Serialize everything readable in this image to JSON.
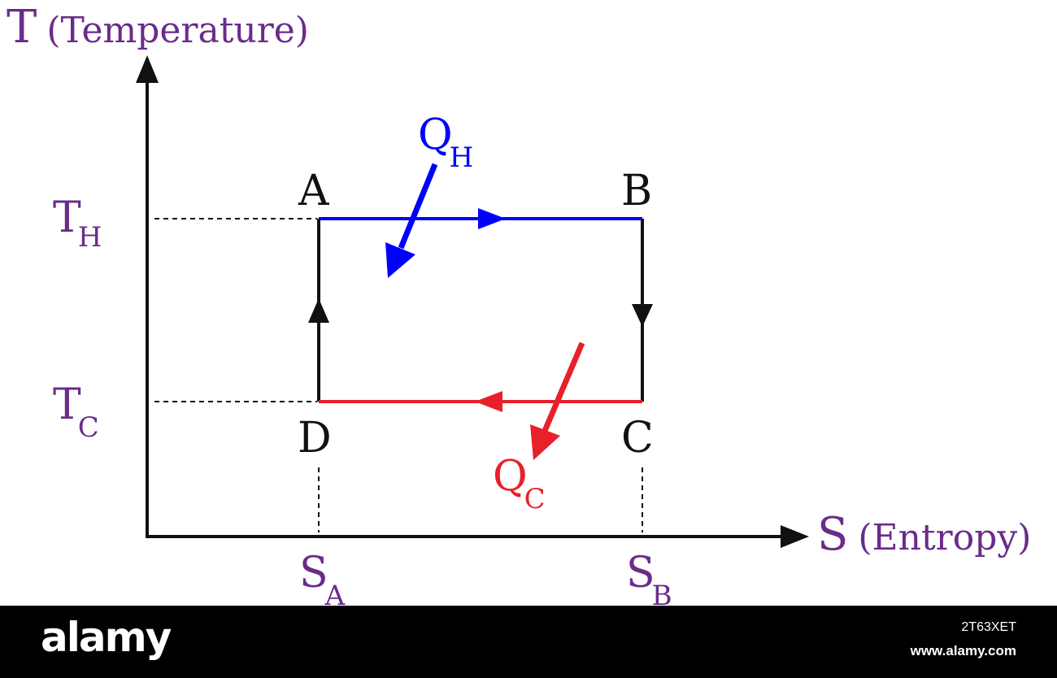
{
  "axes": {
    "y_symbol": "T",
    "y_word": "(Temperature)",
    "x_symbol": "S",
    "x_word": "(Entropy)"
  },
  "levels": {
    "t_hot_main": "T",
    "t_hot_sub": "H",
    "t_cold_main": "T",
    "t_cold_sub": "C",
    "s_a_main": "S",
    "s_a_sub": "A",
    "s_b_main": "S",
    "s_b_sub": "B"
  },
  "points": {
    "a": "A",
    "b": "B",
    "c": "C",
    "d": "D"
  },
  "heat": {
    "q_hot_main": "Q",
    "q_hot_sub": "H",
    "q_cold_main": "Q",
    "q_cold_sub": "C"
  },
  "colors": {
    "label": "#6a2c8a",
    "hot": "#0000ff",
    "cold": "#e8202a",
    "line": "#111111"
  },
  "watermark": {
    "brand": "alamy",
    "image_id": "2T63XET",
    "site": "www.alamy.com"
  }
}
